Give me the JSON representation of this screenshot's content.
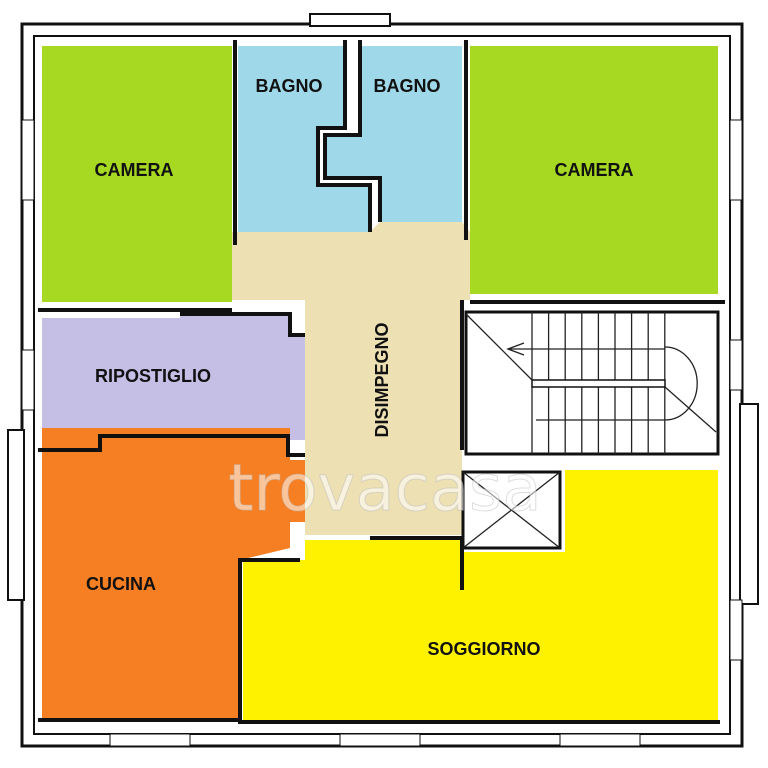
{
  "title": "Floor plan",
  "watermark": "trovacasa",
  "colors": {
    "camera": "#a7d822",
    "bagno": "#9fd8e9",
    "disimpegno": "#ede0b3",
    "ripostiglio": "#c5bfe5",
    "cucina": "#f57f22",
    "soggiorno": "#fff200"
  },
  "rooms": {
    "camera_left": "CAMERA",
    "bagno_left": "BAGNO",
    "bagno_right": "BAGNO",
    "camera_right": "CAMERA",
    "ripostiglio": "RIPOSTIGLIO",
    "disimpegno": "DISIMPEGNO",
    "cucina": "CUCINA",
    "soggiorno": "SOGGIORNO"
  }
}
